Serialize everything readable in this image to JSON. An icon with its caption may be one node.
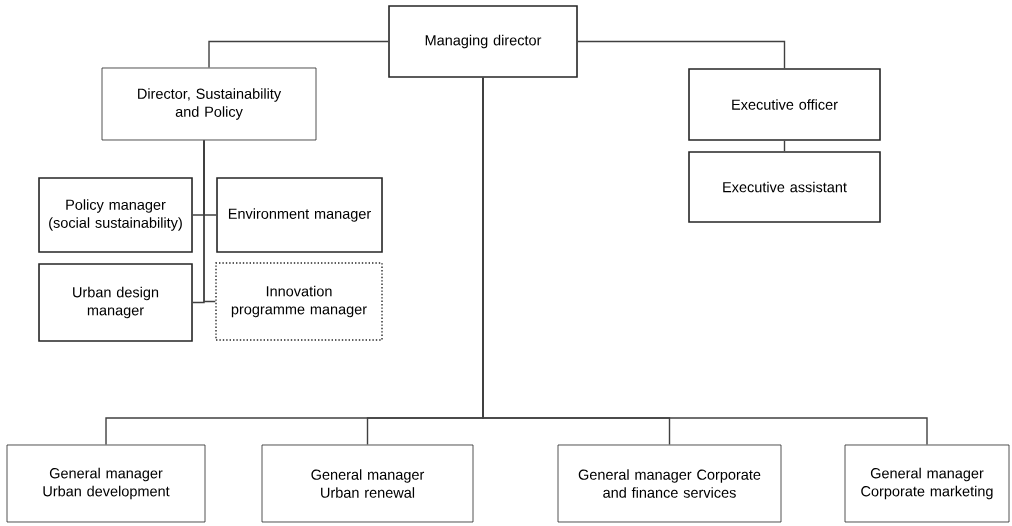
{
  "diagram": {
    "nodes": [
      {
        "text": [
          "Managing director"
        ]
      },
      {
        "text": [
          "Director, Sustainability and Policy"
        ]
      },
      {
        "text": [
          "Executive officer"
        ]
      },
      {
        "text": [
          "Executive assistant"
        ]
      },
      {
        "text": [
          "Policy manager (social sustainability)"
        ]
      },
      {
        "text": [
          "Environment manager"
        ]
      },
      {
        "text": [
          "Urban design manager"
        ]
      },
      {
        "text": [
          "Innovation programme manager"
        ]
      },
      {
        "text": [
          "General manager Urban development"
        ]
      },
      {
        "text": [
          "General manager Urban renewal"
        ]
      },
      {
        "text": [
          "General manager Corporate and finance services"
        ]
      },
      {
        "text": [
          "General manager Corporate marketing"
        ]
      }
    ],
    "edges": [
      {
        "from": 0,
        "to": 1,
        "arrow": "none"
      },
      {
        "from": 0,
        "to": 2,
        "arrow": "none"
      },
      {
        "from": 2,
        "to": 3,
        "arrow": "none"
      },
      {
        "from": 1,
        "to": 4,
        "arrow": "none"
      },
      {
        "from": 1,
        "to": 5,
        "arrow": "none"
      },
      {
        "from": 1,
        "to": 6,
        "arrow": "none"
      },
      {
        "from": 1,
        "to": 7,
        "arrow": "none"
      },
      {
        "from": 0,
        "to": 8,
        "arrow": "none"
      },
      {
        "from": 0,
        "to": 9,
        "arrow": "none"
      },
      {
        "from": 0,
        "to": 10,
        "arrow": "none"
      },
      {
        "from": 0,
        "to": 11,
        "arrow": "none"
      }
    ]
  }
}
